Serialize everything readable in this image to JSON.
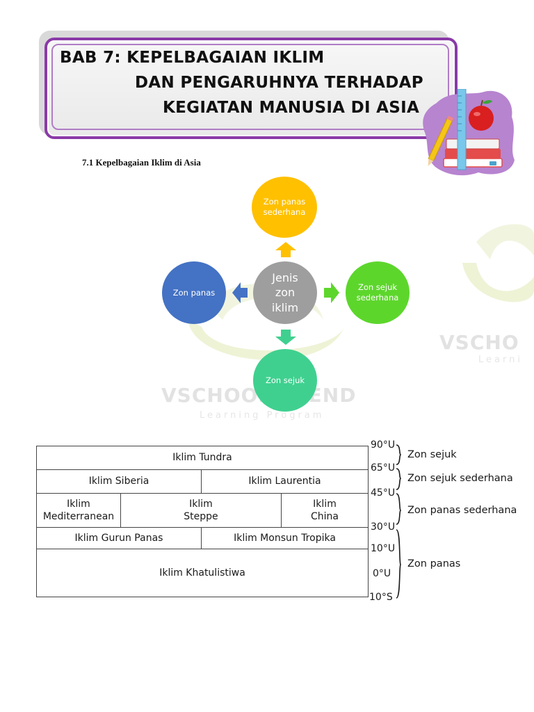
{
  "header": {
    "title_line1": "BAB 7: KEPELBAGAIAN IKLIM",
    "title_line2": "DAN PENGARUHNYA TERHADAP",
    "title_line3": "KEGIATAN MANUSIA DI ASIA",
    "accent_color": "#8a3aa8"
  },
  "section": {
    "heading": "7.1  Kepelbagaian Iklim di Asia"
  },
  "watermark": {
    "main": "VSCHOOL TREND",
    "sub": "Learning Program",
    "right_main": "VSCHO",
    "right_sub": "Learni"
  },
  "diagram": {
    "center": {
      "label": "Jenis\nzon\niklim",
      "color": "#9e9e9e"
    },
    "top": {
      "label": "Zon panas\nsederhana",
      "color": "#ffc000"
    },
    "left": {
      "label": "Zon panas",
      "color": "#4472c4"
    },
    "right": {
      "label": "Zon sejuk\nsederhana",
      "color": "#5dd62c"
    },
    "bottom": {
      "label": "Zon sejuk",
      "color": "#3fd08f"
    },
    "arrow_colors": {
      "top": "#ffc000",
      "left": "#4472c4",
      "right": "#5dd62c",
      "bottom": "#3fd08f"
    }
  },
  "climate_table": {
    "row1": [
      "Iklim Tundra"
    ],
    "row2": [
      "Iklim Siberia",
      "Iklim Laurentia"
    ],
    "row3": [
      "Iklim\nMediterranean",
      "Iklim\nSteppe",
      "Iklim\nChina"
    ],
    "row4": [
      "Iklim Gurun Panas",
      "Iklim Monsun Tropika"
    ],
    "row5": [
      "Iklim Khatulistiwa"
    ]
  },
  "latitudes": [
    "90°U",
    "65°U",
    "45°U",
    "30°U",
    "10°U",
    "0°U",
    "10°S"
  ],
  "zones": [
    "Zon sejuk",
    "Zon sejuk sederhana",
    "Zon panas sederhana",
    "Zon panas"
  ]
}
